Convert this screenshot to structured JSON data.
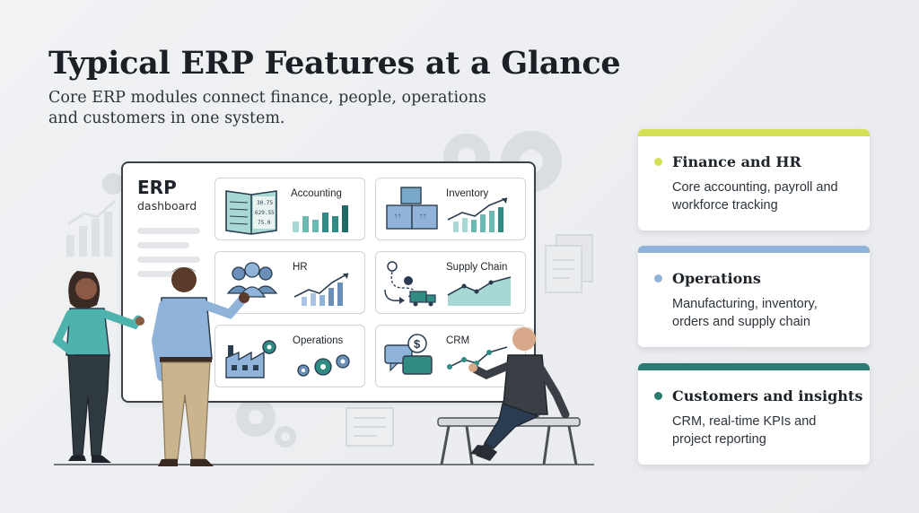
{
  "header": {
    "title": "Typical ERP Features at a Glance",
    "subtitle": "Core ERP modules connect finance, people, operations and customers in one system."
  },
  "dashboard": {
    "title": "ERP",
    "subtitle": "dashboard",
    "modules": [
      {
        "label": "Accounting",
        "icon": "ledger-book-icon"
      },
      {
        "label": "Inventory",
        "icon": "boxes-icon"
      },
      {
        "label": "HR",
        "icon": "people-group-icon"
      },
      {
        "label": "Supply Chain",
        "icon": "delivery-route-icon"
      },
      {
        "label": "Operations",
        "icon": "factory-icon"
      },
      {
        "label": "CRM",
        "icon": "chat-dollar-icon"
      }
    ],
    "ledger_numbers": [
      "30.75",
      "629.55",
      "75.0"
    ]
  },
  "features": [
    {
      "title": "Finance and HR",
      "description": "Core accounting, payroll and workforce tracking",
      "color": "#d4e157"
    },
    {
      "title": "Operations",
      "description": "Manufacturing, inventory, orders and supply chain",
      "color": "#8fb3d9"
    },
    {
      "title": "Customers and insights",
      "description": "CRM, real-time KPIs and project reporting",
      "color": "#2c7a72"
    }
  ],
  "colors": {
    "teal": "#2e8c84",
    "teal_light": "#a8d8d4",
    "navy": "#2a3c4f",
    "background": "#eceef1"
  }
}
